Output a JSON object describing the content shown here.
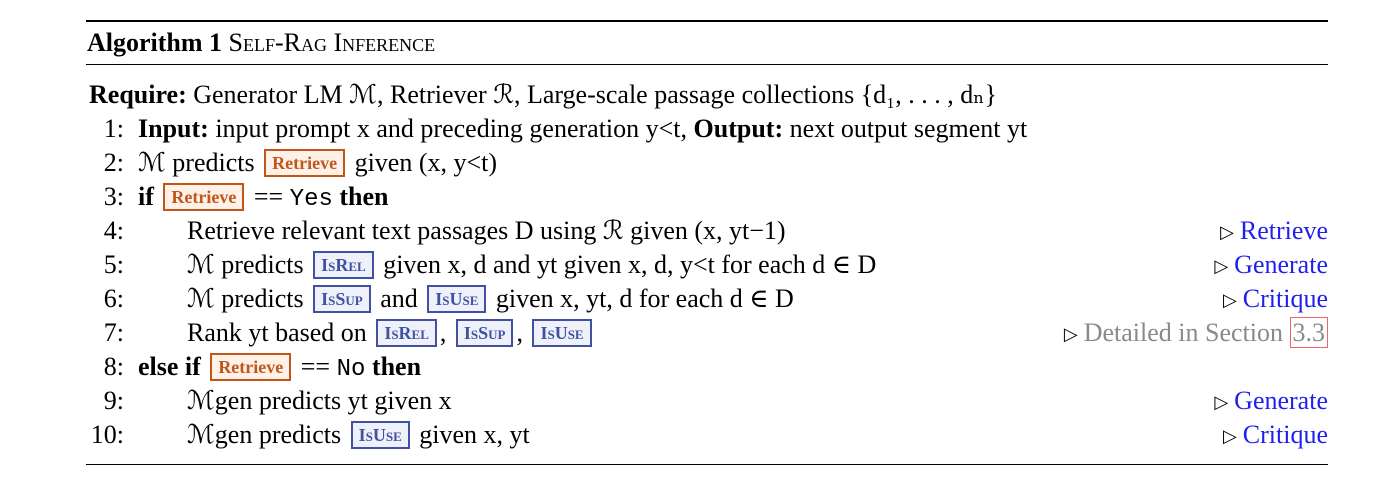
{
  "algorithm": {
    "label": "Algorithm 1",
    "title": "Self-Rag Inference"
  },
  "require": {
    "keyword": "Require:",
    "text": "Generator LM ℳ, Retriever ℛ, Large-scale passage collections {d₁, . . . , dₙ}"
  },
  "tokens": {
    "retrieve": "Retrieve",
    "isrel": "IsRel",
    "issup": "IsSup",
    "isuse": "IsUse"
  },
  "lines": [
    {
      "num": "1:",
      "input_kw": "Input:",
      "input_text": "input prompt x and preceding generation y<t,",
      "output_kw": "Output:",
      "output_text": "next output segment yt"
    },
    {
      "num": "2:",
      "pre": "ℳ predicts",
      "post": "given (x, y<t)"
    },
    {
      "num": "3:",
      "kw_if": "if",
      "eq": "==",
      "value": "Yes",
      "kw_then": "then"
    },
    {
      "num": "4:",
      "text": "Retrieve relevant text passages D using ℛ given (x, yt−1)",
      "comment": "Retrieve"
    },
    {
      "num": "5:",
      "pre": "ℳ predicts",
      "post": "given x, d and yt given x, d, y<t for each d ∈ D",
      "comment": "Generate"
    },
    {
      "num": "6:",
      "pre": "ℳ predicts",
      "mid": "and",
      "post": "given x, yt, d for each d ∈ D",
      "comment": "Critique"
    },
    {
      "num": "7:",
      "pre": "Rank yt based on",
      "sep1": ",",
      "sep2": ",",
      "comment": "Detailed in Section",
      "ref": "3.3"
    },
    {
      "num": "8:",
      "kw_elseif": "else if",
      "eq": "==",
      "value": "No",
      "kw_then": "then"
    },
    {
      "num": "9:",
      "text": "ℳgen predicts yt given x",
      "comment": "Generate"
    },
    {
      "num": "10:",
      "pre": "ℳgen predicts",
      "post": "given x, yt",
      "comment": "Critique"
    }
  ],
  "colors": {
    "retrieve_token": "#c0561a",
    "critique_token": "#3f51a0",
    "comment_link": "#1f1ff0",
    "comment_gray": "#8a8a8a"
  }
}
